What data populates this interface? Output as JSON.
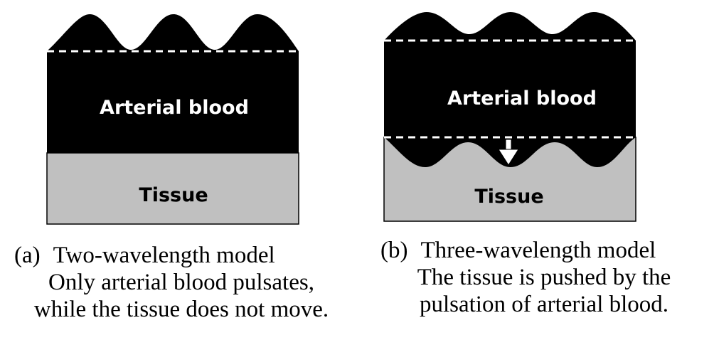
{
  "panel_a": {
    "region_top_label": "Arterial blood",
    "region_bottom_label": "Tissue",
    "caption_tag": "(a)",
    "caption_title": "Two-wavelength model",
    "caption_line_1": "Only arterial blood pulsates,",
    "caption_line_2": "while the tissue does not move."
  },
  "panel_b": {
    "region_top_label": "Arterial blood",
    "region_bottom_label": "Tissue",
    "caption_tag": "(b)",
    "caption_title": "Three-wavelength model",
    "caption_line_1": "The tissue is pushed by the",
    "caption_line_2": "pulsation of arterial blood."
  },
  "colors": {
    "blood": "#000000",
    "tissue": "#c0c0c0",
    "dashed_line": "#ffffff",
    "arrow": "#ffffff"
  }
}
